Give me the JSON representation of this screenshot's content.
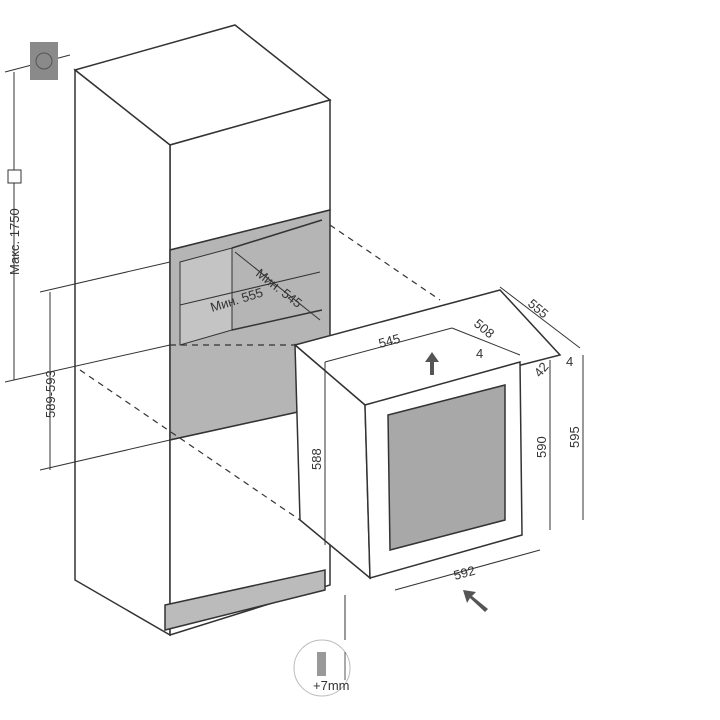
{
  "dimensions": {
    "max_height": "Макс. 1750",
    "niche_height": "589-593",
    "niche_width_min": "Мин. 555",
    "niche_depth_min": "Мин. 545",
    "top_width": "545",
    "top_depth_inner": "508",
    "top_depth_total": "555",
    "gap_left": "4",
    "gap_right": "4",
    "door_angle": "42",
    "side_height": "588",
    "body_height": "590",
    "total_height": "595",
    "front_width": "592",
    "foot_adjust": "+7mm"
  },
  "colors": {
    "line": "#333333",
    "niche_fill": "#b5b5b5",
    "socket_fill": "#8a8a8a",
    "glass": "#a8a8a8"
  }
}
